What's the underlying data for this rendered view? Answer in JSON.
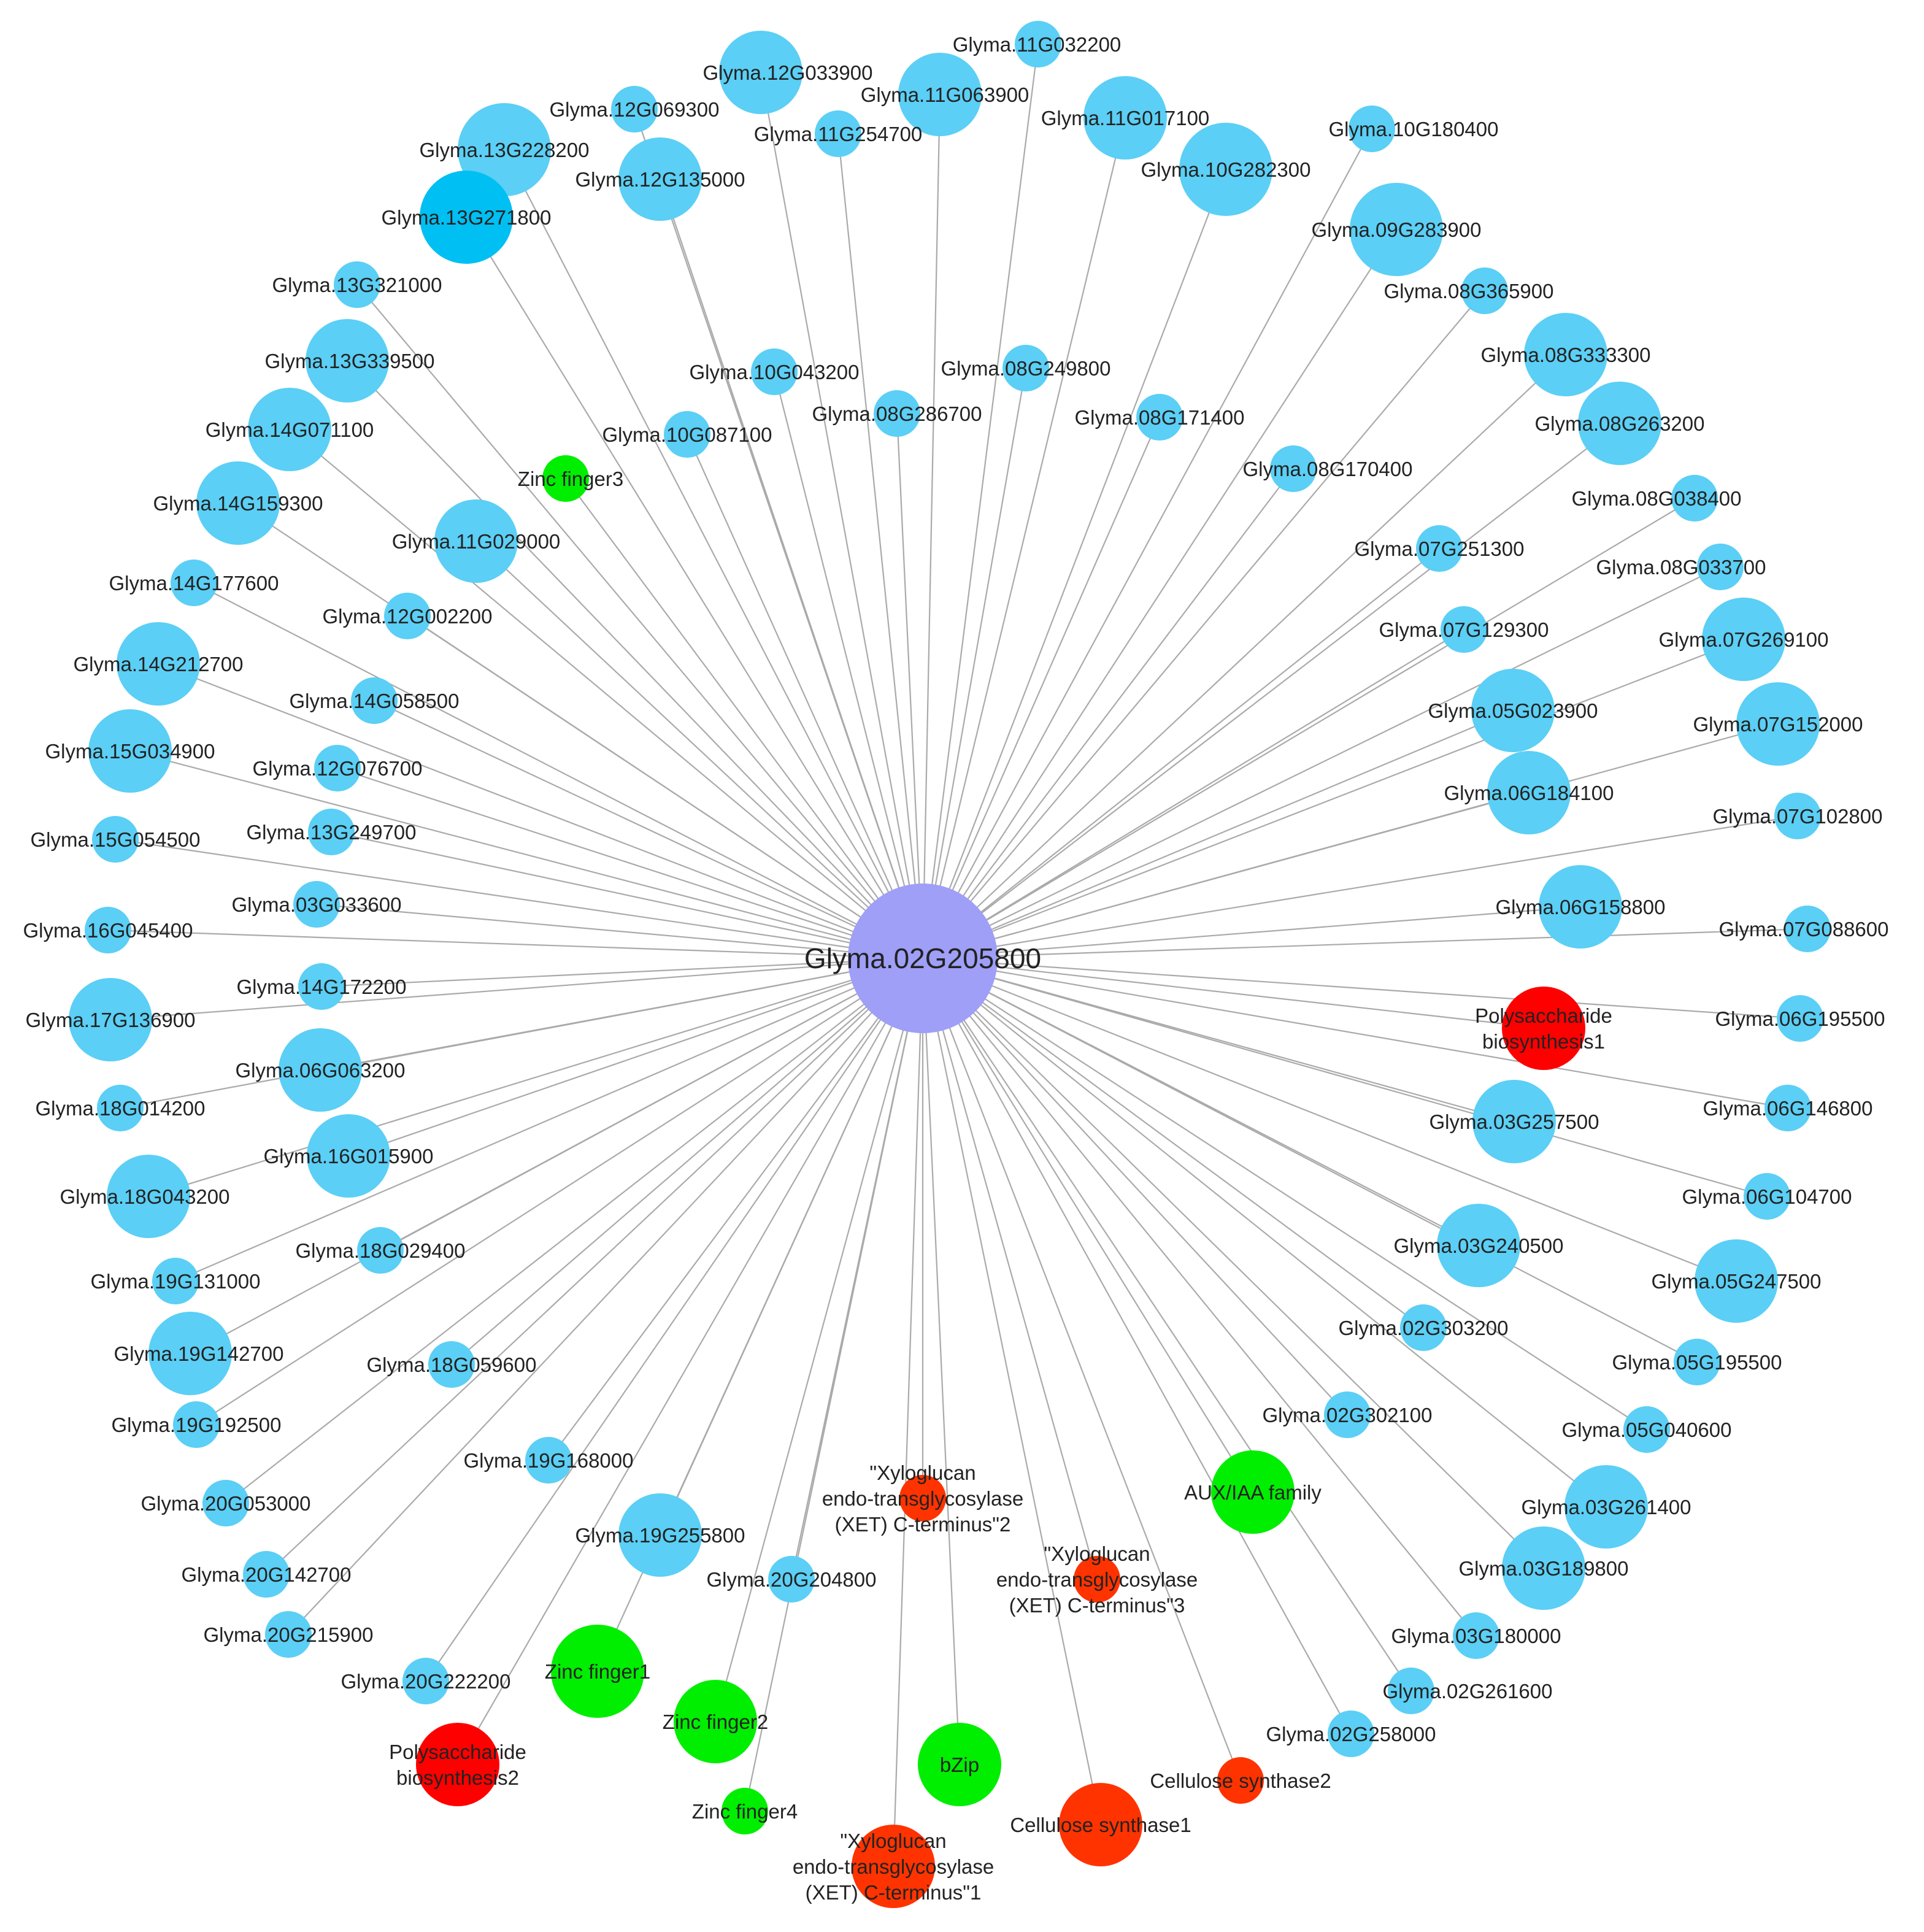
{
  "colors": {
    "hub": "#9f9ff8",
    "gene": "#5bcff5",
    "gene_dark": "#00bff2",
    "tf": "#00ee00",
    "enzyme_red": "#ff0000",
    "enzyme_orange": "#ff3300",
    "edge": "#aaaaaa"
  },
  "hub": {
    "label": "Glyma.02G205800",
    "color": "hub"
  },
  "nodes": [
    {
      "label": "Glyma.11G032200",
      "color": "gene",
      "size": "s"
    },
    {
      "label": "Glyma.12G033900",
      "color": "gene",
      "size": "l"
    },
    {
      "label": "Glyma.11G063900",
      "color": "gene",
      "size": "l"
    },
    {
      "label": "Glyma.12G069300",
      "color": "gene",
      "size": "s"
    },
    {
      "label": "Glyma.11G254700",
      "color": "gene",
      "size": "s"
    },
    {
      "label": "Glyma.11G017100",
      "color": "gene",
      "size": "l"
    },
    {
      "label": "Glyma.10G180400",
      "color": "gene",
      "size": "s"
    },
    {
      "label": "Glyma.13G228200",
      "color": "gene",
      "size": "xl"
    },
    {
      "label": "Glyma.12G135000",
      "color": "gene",
      "size": "l"
    },
    {
      "label": "Glyma.10G282300",
      "color": "gene",
      "size": "xl"
    },
    {
      "label": "Glyma.13G271800",
      "color": "gene_dark",
      "size": "xl"
    },
    {
      "label": "Glyma.09G283900",
      "color": "gene",
      "size": "xl"
    },
    {
      "label": "Glyma.13G321000",
      "color": "gene",
      "size": "s"
    },
    {
      "label": "Glyma.08G365900",
      "color": "gene",
      "size": "s"
    },
    {
      "label": "Glyma.13G339500",
      "color": "gene",
      "size": "l"
    },
    {
      "label": "Glyma.10G043200",
      "color": "gene",
      "size": "s"
    },
    {
      "label": "Glyma.08G249800",
      "color": "gene",
      "size": "s"
    },
    {
      "label": "Glyma.08G333300",
      "color": "gene",
      "size": "l"
    },
    {
      "label": "Glyma.14G071100",
      "color": "gene",
      "size": "l"
    },
    {
      "label": "Glyma.08G286700",
      "color": "gene",
      "size": "s"
    },
    {
      "label": "Glyma.08G171400",
      "color": "gene",
      "size": "s"
    },
    {
      "label": "Glyma.10G087100",
      "color": "gene",
      "size": "s"
    },
    {
      "label": "Glyma.08G263200",
      "color": "gene",
      "size": "l"
    },
    {
      "label": "Zinc finger3",
      "color": "tf",
      "size": "s"
    },
    {
      "label": "Glyma.08G170400",
      "color": "gene",
      "size": "s"
    },
    {
      "label": "Glyma.14G159300",
      "color": "gene",
      "size": "l"
    },
    {
      "label": "Glyma.08G038400",
      "color": "gene",
      "size": "s"
    },
    {
      "label": "Glyma.11G029000",
      "color": "gene",
      "size": "l"
    },
    {
      "label": "Glyma.07G251300",
      "color": "gene",
      "size": "s"
    },
    {
      "label": "Glyma.14G177600",
      "color": "gene",
      "size": "s"
    },
    {
      "label": "Glyma.08G033700",
      "color": "gene",
      "size": "s"
    },
    {
      "label": "Glyma.12G002200",
      "color": "gene",
      "size": "s"
    },
    {
      "label": "Glyma.07G129300",
      "color": "gene",
      "size": "s"
    },
    {
      "label": "Glyma.07G269100",
      "color": "gene",
      "size": "l"
    },
    {
      "label": "Glyma.14G212700",
      "color": "gene",
      "size": "l"
    },
    {
      "label": "Glyma.14G058500",
      "color": "gene",
      "size": "s"
    },
    {
      "label": "Glyma.05G023900",
      "color": "gene",
      "size": "l"
    },
    {
      "label": "Glyma.15G034900",
      "color": "gene",
      "size": "l"
    },
    {
      "label": "Glyma.07G152000",
      "color": "gene",
      "size": "l"
    },
    {
      "label": "Glyma.12G076700",
      "color": "gene",
      "size": "s"
    },
    {
      "label": "Glyma.06G184100",
      "color": "gene",
      "size": "l"
    },
    {
      "label": "Glyma.07G102800",
      "color": "gene",
      "size": "s"
    },
    {
      "label": "Glyma.15G054500",
      "color": "gene",
      "size": "s"
    },
    {
      "label": "Glyma.13G249700",
      "color": "gene",
      "size": "s"
    },
    {
      "label": "Glyma.03G033600",
      "color": "gene",
      "size": "s"
    },
    {
      "label": "Glyma.06G158800",
      "color": "gene",
      "size": "l"
    },
    {
      "label": "Glyma.16G045400",
      "color": "gene",
      "size": "s"
    },
    {
      "label": "Glyma.07G088600",
      "color": "gene",
      "size": "s"
    },
    {
      "label": "Glyma.14G172200",
      "color": "gene",
      "size": "s"
    },
    {
      "label": "Polysaccharide\nbiosynthesis1",
      "color": "enzyme_red",
      "size": "l"
    },
    {
      "label": "Glyma.06G195500",
      "color": "gene",
      "size": "s"
    },
    {
      "label": "Glyma.17G136900",
      "color": "gene",
      "size": "l"
    },
    {
      "label": "Glyma.06G063200",
      "color": "gene",
      "size": "l"
    },
    {
      "label": "Glyma.18G014200",
      "color": "gene",
      "size": "s"
    },
    {
      "label": "Glyma.06G146800",
      "color": "gene",
      "size": "s"
    },
    {
      "label": "Glyma.03G257500",
      "color": "gene",
      "size": "l"
    },
    {
      "label": "Glyma.16G015900",
      "color": "gene",
      "size": "l"
    },
    {
      "label": "Glyma.18G043200",
      "color": "gene",
      "size": "l"
    },
    {
      "label": "Glyma.06G104700",
      "color": "gene",
      "size": "s"
    },
    {
      "label": "Glyma.18G029400",
      "color": "gene",
      "size": "s"
    },
    {
      "label": "Glyma.03G240500",
      "color": "gene",
      "size": "l"
    },
    {
      "label": "Glyma.19G131000",
      "color": "gene",
      "size": "s"
    },
    {
      "label": "Glyma.05G247500",
      "color": "gene",
      "size": "l"
    },
    {
      "label": "Glyma.02G303200",
      "color": "gene",
      "size": "s"
    },
    {
      "label": "Glyma.19G142700",
      "color": "gene",
      "size": "l"
    },
    {
      "label": "Glyma.05G195500",
      "color": "gene",
      "size": "s"
    },
    {
      "label": "Glyma.18G059600",
      "color": "gene",
      "size": "s"
    },
    {
      "label": "Glyma.02G302100",
      "color": "gene",
      "size": "s"
    },
    {
      "label": "Glyma.19G192500",
      "color": "gene",
      "size": "s"
    },
    {
      "label": "Glyma.05G040600",
      "color": "gene",
      "size": "s"
    },
    {
      "label": "Glyma.19G168000",
      "color": "gene",
      "size": "s"
    },
    {
      "label": "\"Xyloglucan\nendo-transglycosylase\n(XET) C-terminus\"2",
      "color": "enzyme_orange",
      "size": "s"
    },
    {
      "label": "AUX/IAA family",
      "color": "tf",
      "size": "l"
    },
    {
      "label": "Glyma.20G053000",
      "color": "gene",
      "size": "s"
    },
    {
      "label": "Glyma.03G261400",
      "color": "gene",
      "size": "l"
    },
    {
      "label": "Glyma.19G255800",
      "color": "gene",
      "size": "l"
    },
    {
      "label": "\"Xyloglucan\nendo-transglycosylase\n(XET) C-terminus\"3",
      "color": "enzyme_orange",
      "size": "s"
    },
    {
      "label": "Glyma.20G142700",
      "color": "gene",
      "size": "s"
    },
    {
      "label": "Glyma.20G204800",
      "color": "gene",
      "size": "s"
    },
    {
      "label": "Glyma.03G189800",
      "color": "gene",
      "size": "l"
    },
    {
      "label": "Glyma.20G215900",
      "color": "gene",
      "size": "s"
    },
    {
      "label": "Glyma.03G180000",
      "color": "gene",
      "size": "s"
    },
    {
      "label": "Zinc finger1",
      "color": "tf",
      "size": "xl"
    },
    {
      "label": "Glyma.20G222200",
      "color": "gene",
      "size": "s"
    },
    {
      "label": "Glyma.02G261600",
      "color": "gene",
      "size": "s"
    },
    {
      "label": "Zinc finger2",
      "color": "tf",
      "size": "l"
    },
    {
      "label": "Polysaccharide\nbiosynthesis2",
      "color": "enzyme_red",
      "size": "l"
    },
    {
      "label": "Glyma.02G258000",
      "color": "gene",
      "size": "s"
    },
    {
      "label": "bZip",
      "color": "tf",
      "size": "l"
    },
    {
      "label": "Cellulose synthase2",
      "color": "enzyme_orange",
      "size": "s"
    },
    {
      "label": "Zinc finger4",
      "color": "tf",
      "size": "s"
    },
    {
      "label": "Cellulose synthase1",
      "color": "enzyme_orange",
      "size": "l"
    },
    {
      "label": "\"Xyloglucan\nendo-transglycosylase\n(XET) C-terminus\"1",
      "color": "enzyme_orange",
      "size": "l"
    }
  ]
}
